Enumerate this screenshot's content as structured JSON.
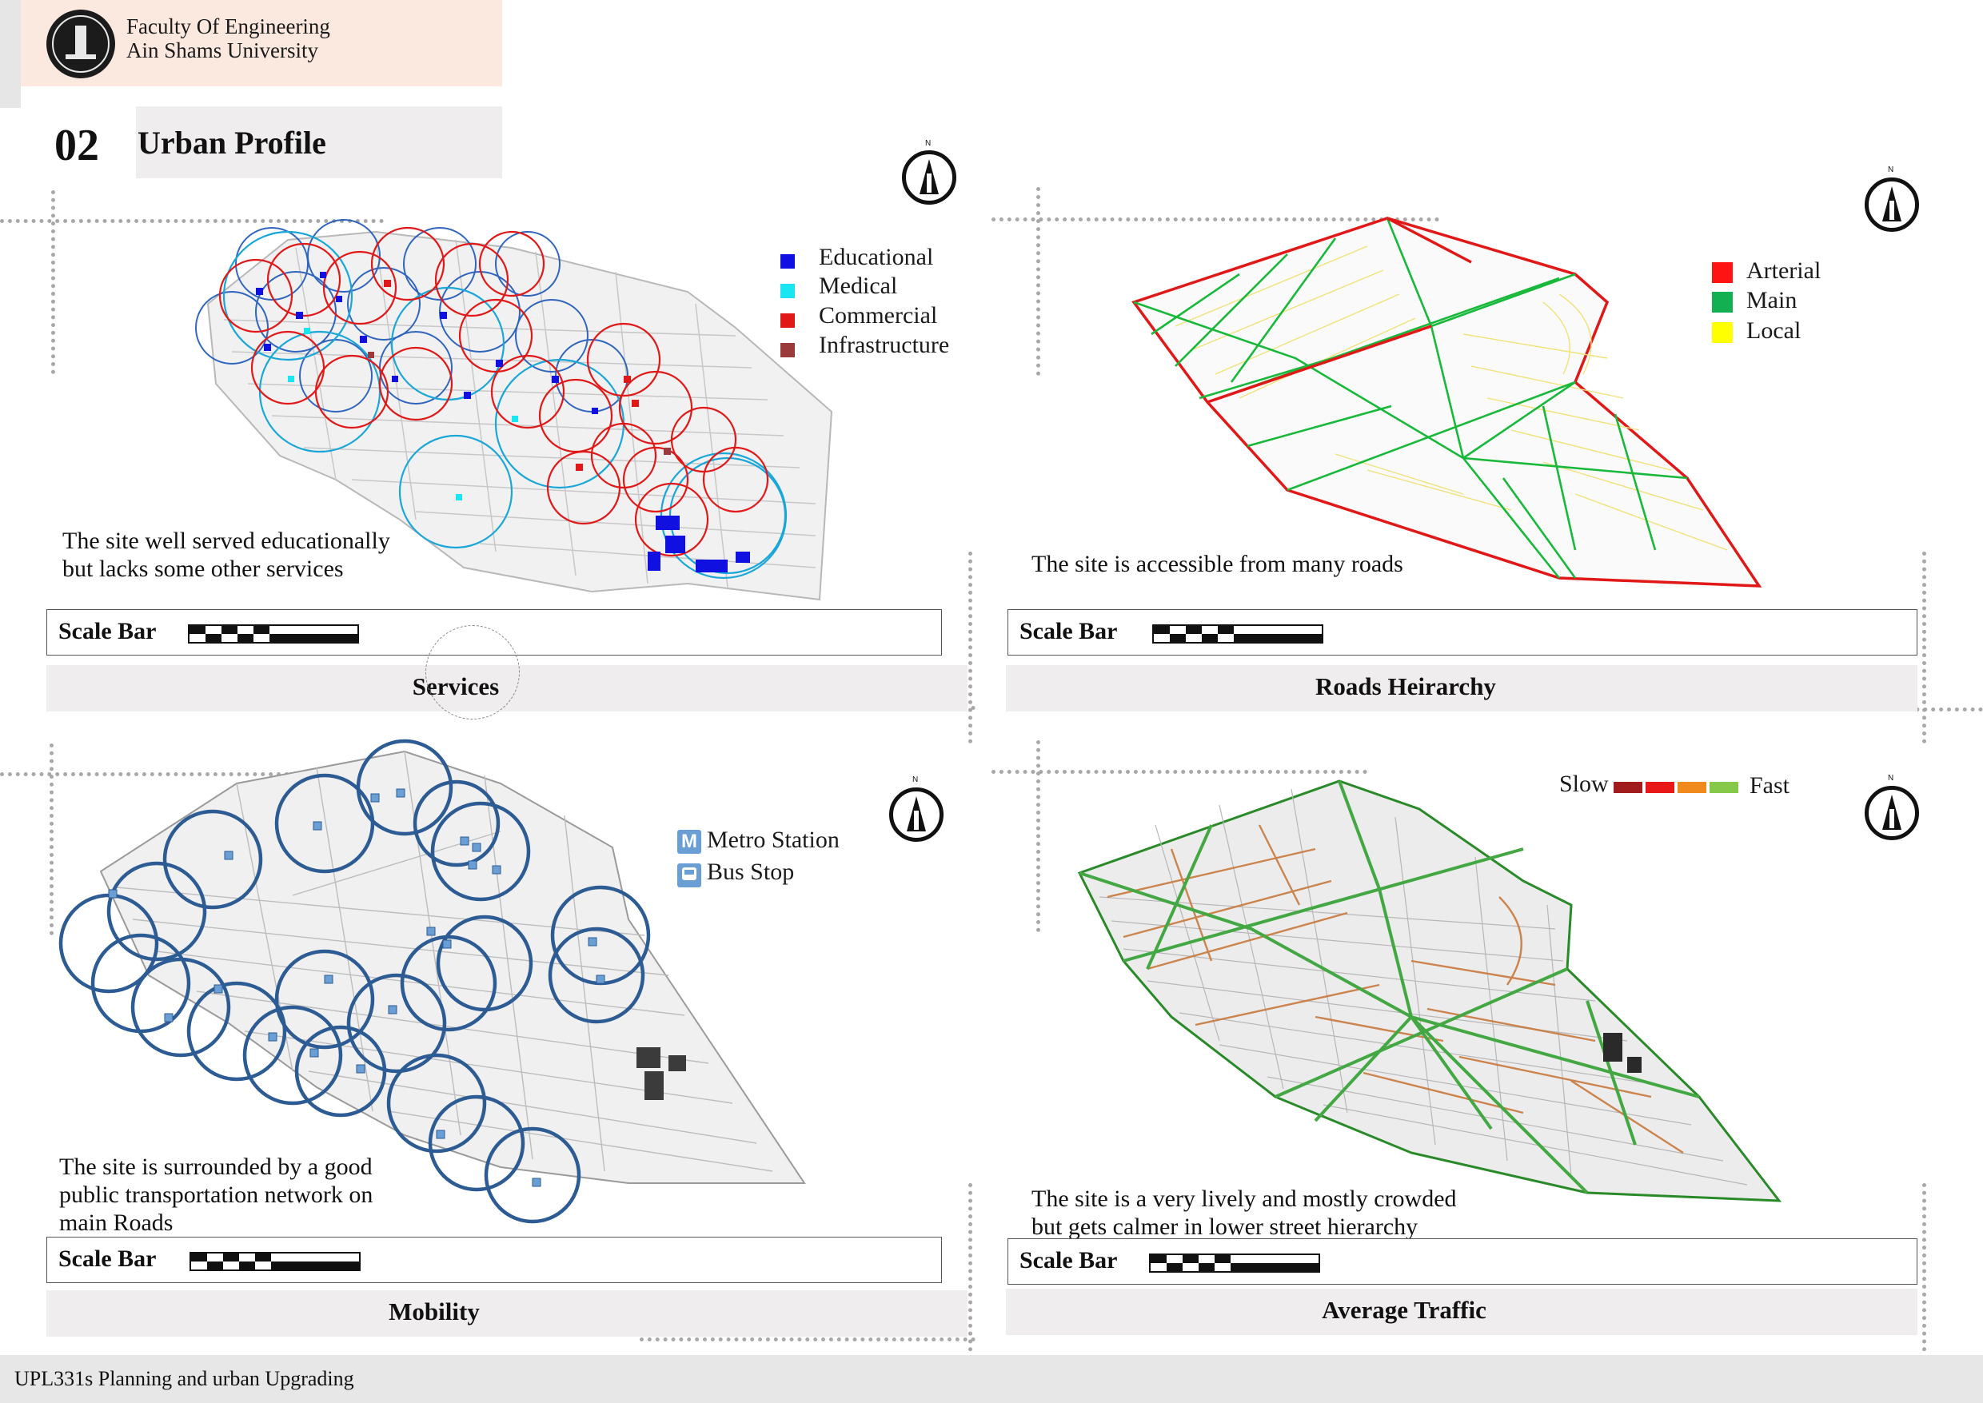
{
  "header": {
    "institution_line1": "Faculty Of Engineering",
    "institution_line2": "Ain Shams University",
    "section_number": "02",
    "section_title": "Urban Profile"
  },
  "panels": {
    "services": {
      "caption": "Services",
      "description_line1": "The site well served educationally",
      "description_line2": "but lacks some other services",
      "scale_label": "Scale  Bar",
      "north_letter": "N",
      "legend": [
        {
          "label": "Educational",
          "color": "#1010e0"
        },
        {
          "label": "Medical",
          "color": "#19e6f0"
        },
        {
          "label": "Commercial",
          "color": "#e01818"
        },
        {
          "label": "Infrastructure",
          "color": "#9a3a3a"
        }
      ]
    },
    "roads": {
      "caption": "Roads Heirarchy",
      "description": "The site is accessible from many roads",
      "scale_label": "Scale  Bar",
      "north_letter": "N",
      "legend": [
        {
          "label": "Arterial",
          "color": "#ff1414"
        },
        {
          "label": "Main",
          "color": "#12b050"
        },
        {
          "label": "Local",
          "color": "#ffff00"
        }
      ]
    },
    "mobility": {
      "caption": "Mobility",
      "description_line1": "The site is surrounded by a good",
      "description_line2": "public transportation network on",
      "description_line3": "main Roads",
      "scale_label": "Scale  Bar",
      "north_letter": "N",
      "legend": [
        {
          "label": "Metro Station",
          "icon": "metro-icon",
          "glyph": "M",
          "color": "#6a9fd6"
        },
        {
          "label": "Bus Stop",
          "icon": "bus-icon",
          "color": "#6a9fd6"
        }
      ]
    },
    "traffic": {
      "caption": "Average Traffic",
      "description_line1": "The site is a very lively and mostly crowded",
      "description_line2": "but gets calmer in lower street hierarchy",
      "scale_label": "Scale  Bar",
      "north_letter": "N",
      "legend_slow": "Slow",
      "legend_fast": "Fast",
      "legend_colors": [
        "#a11c1c",
        "#e81818",
        "#f08a1c",
        "#86c84a"
      ]
    }
  },
  "footer": {
    "course": "UPL331s Planning and urban Upgrading"
  }
}
